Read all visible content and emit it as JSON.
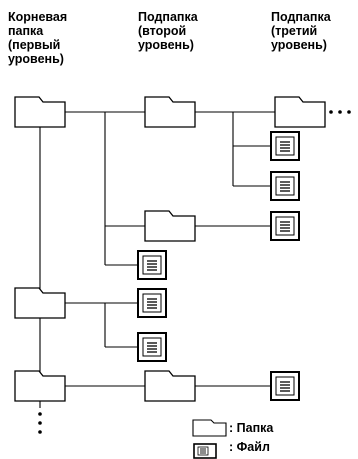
{
  "headers": {
    "root": "Корневая\nпапка\n(первый\nуровень)",
    "level2": "Подпапка\n(второй\nуровень)",
    "level3": "Подпапка\n(третий\nуровень)"
  },
  "legend": {
    "folder": ": Папка",
    "file": ": Файл"
  }
}
